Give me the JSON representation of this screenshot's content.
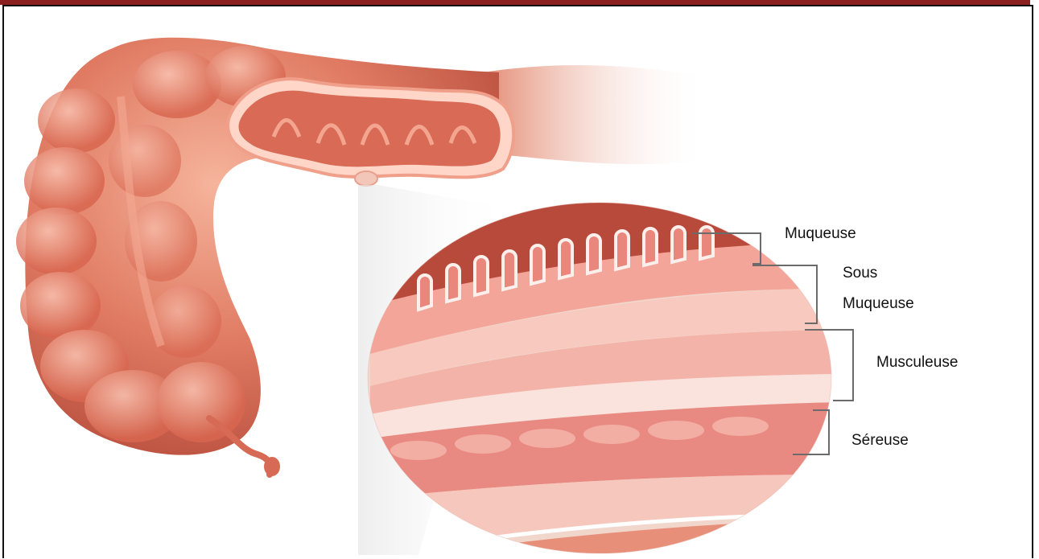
{
  "colors": {
    "top_bar": "#8b1f1f",
    "frame": "#111111",
    "bracket": "#6b6b6b",
    "tissue_dark": "#c75a48",
    "tissue_light": "#f2a08c"
  },
  "labels": {
    "muqueuse": "Muqueuse",
    "sous": "Sous",
    "sous_muqueuse": "Muqueuse",
    "musculeuse": "Musculeuse",
    "sereuse": "Séreuse"
  }
}
